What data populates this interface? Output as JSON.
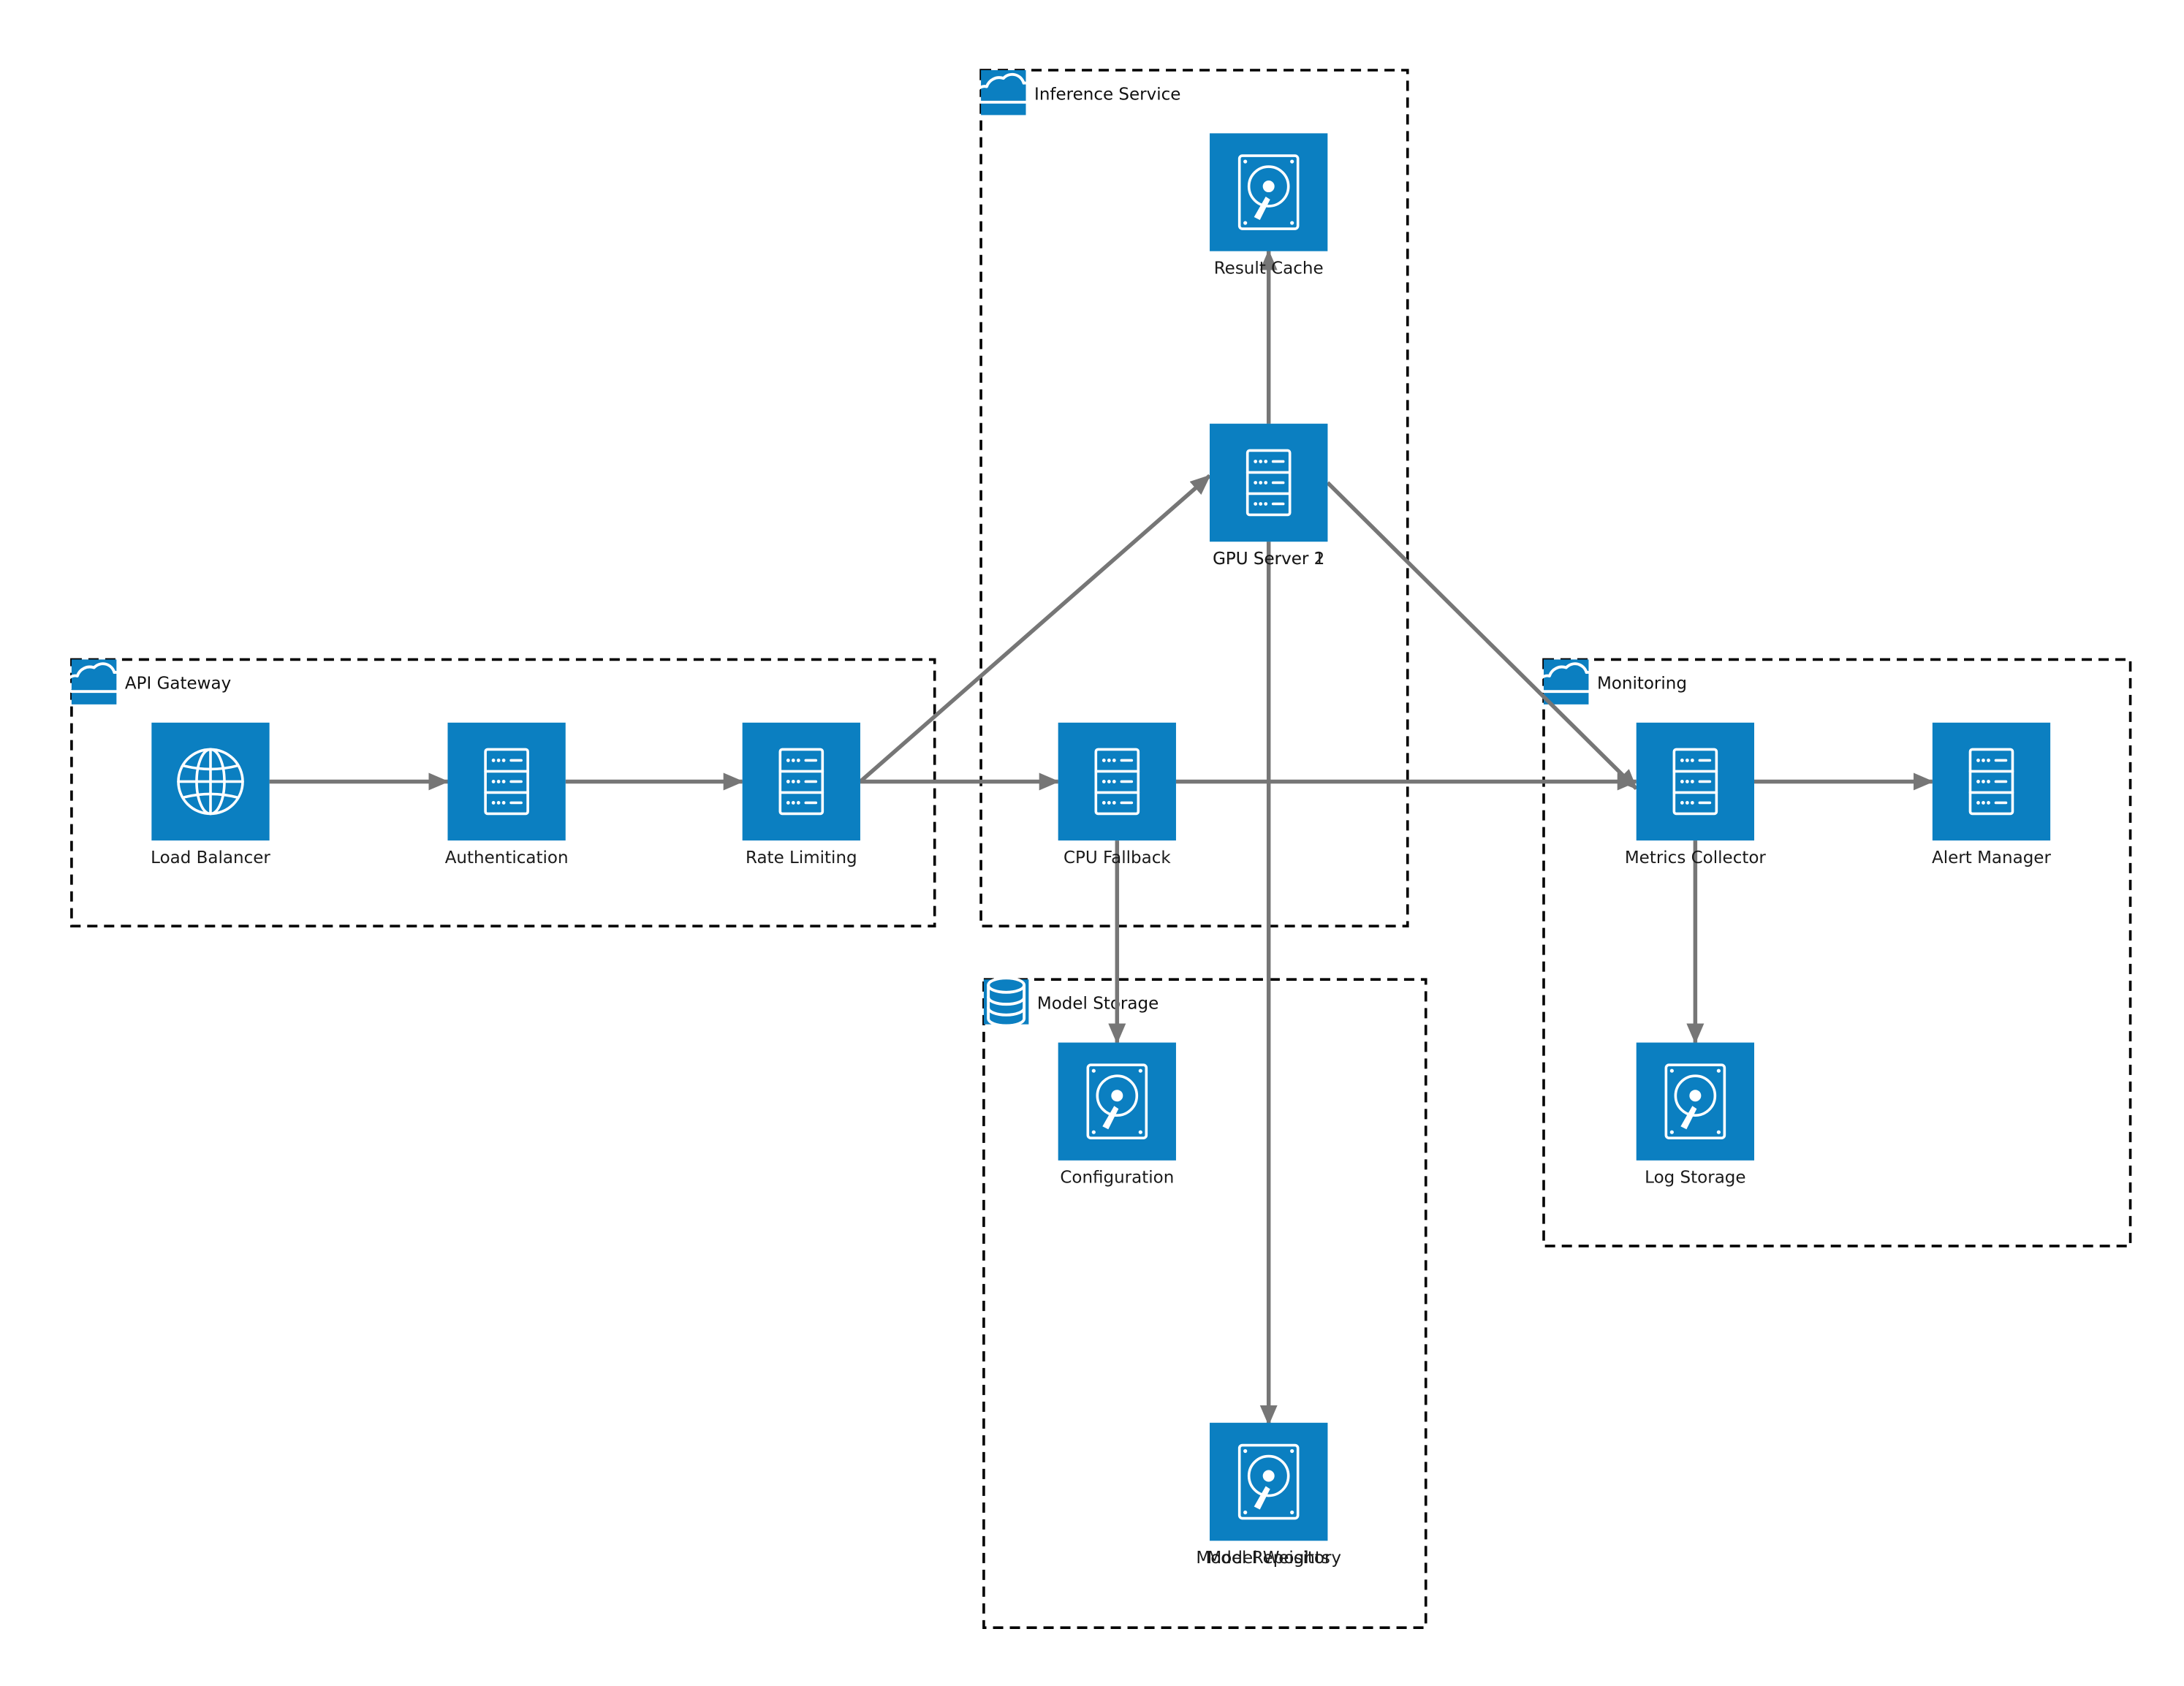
{
  "diagram": {
    "clusters": [
      {
        "id": "api-gateway",
        "label": "API Gateway",
        "icon": "cloud-icon"
      },
      {
        "id": "inference-service",
        "label": "Inference Service",
        "icon": "cloud-icon"
      },
      {
        "id": "model-storage",
        "label": "Model Storage",
        "icon": "database-icon"
      },
      {
        "id": "monitoring",
        "label": "Monitoring",
        "icon": "cloud-icon"
      }
    ],
    "nodes": [
      {
        "id": "load-balancer",
        "label": "Load Balancer",
        "icon": "globe-icon"
      },
      {
        "id": "authentication",
        "label": "Authentication",
        "icon": "server-icon"
      },
      {
        "id": "rate-limiting",
        "label": "Rate Limiting",
        "icon": "server-icon"
      },
      {
        "id": "result-cache",
        "label": "Result Cache",
        "icon": "hard-disk-icon"
      },
      {
        "id": "gpu-server-1",
        "label": "GPU Server 1",
        "icon": "server-icon"
      },
      {
        "id": "gpu-server-2",
        "label": "GPU Server 2",
        "icon": "server-icon"
      },
      {
        "id": "cpu-fallback",
        "label": "CPU Fallback",
        "icon": "server-icon"
      },
      {
        "id": "configuration",
        "label": "Configuration",
        "icon": "hard-disk-icon"
      },
      {
        "id": "model-repository",
        "label": "Model Repository",
        "icon": "hard-disk-icon"
      },
      {
        "id": "model-weights",
        "label": "Model Weights",
        "icon": "hard-disk-icon"
      },
      {
        "id": "metrics-collector",
        "label": "Metrics Collector",
        "icon": "server-icon"
      },
      {
        "id": "alert-manager",
        "label": "Alert Manager",
        "icon": "server-icon"
      },
      {
        "id": "log-storage",
        "label": "Log Storage",
        "icon": "hard-disk-icon"
      }
    ],
    "edges": [
      {
        "from": "load-balancer",
        "to": "authentication"
      },
      {
        "from": "authentication",
        "to": "rate-limiting"
      },
      {
        "from": "rate-limiting",
        "to": "gpu-server-1"
      },
      {
        "from": "rate-limiting",
        "to": "cpu-fallback"
      },
      {
        "from": "gpu-server-1",
        "to": "result-cache"
      },
      {
        "from": "gpu-server-1",
        "to": "model-repository"
      },
      {
        "from": "gpu-server-1",
        "to": "metrics-collector"
      },
      {
        "from": "cpu-fallback",
        "to": "configuration"
      },
      {
        "from": "cpu-fallback",
        "to": "metrics-collector"
      },
      {
        "from": "metrics-collector",
        "to": "alert-manager"
      },
      {
        "from": "metrics-collector",
        "to": "log-storage"
      }
    ],
    "colors": {
      "node_fill": "#0b7fc1",
      "edge": "#767676",
      "cluster_border": "#000000"
    }
  }
}
